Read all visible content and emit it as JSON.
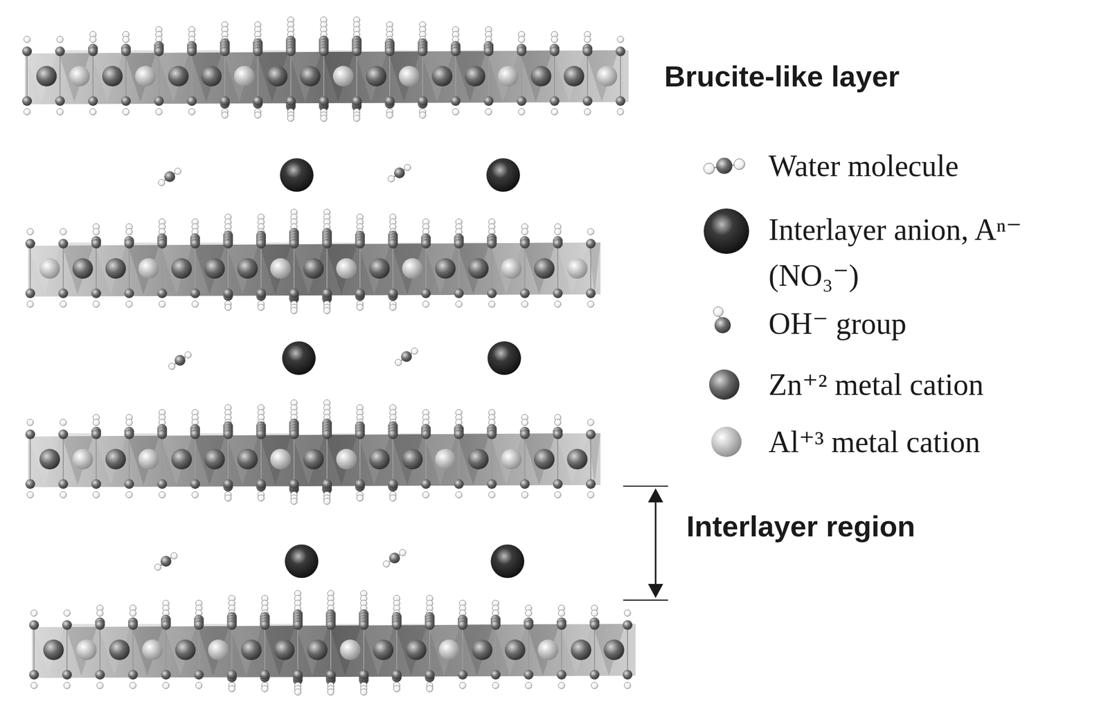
{
  "diagram": {
    "labels": [
      "Brucite-like layer",
      "Interlayer region"
    ],
    "legend": [
      {
        "text": "Water molecule"
      },
      {
        "text": "Interlayer anion, Aⁿ⁻ (NO₃⁻)"
      },
      {
        "text": "OH⁻ group"
      },
      {
        "text": "Zn⁺² metal cation"
      },
      {
        "text": "Al⁺³ metal cation"
      }
    ]
  }
}
